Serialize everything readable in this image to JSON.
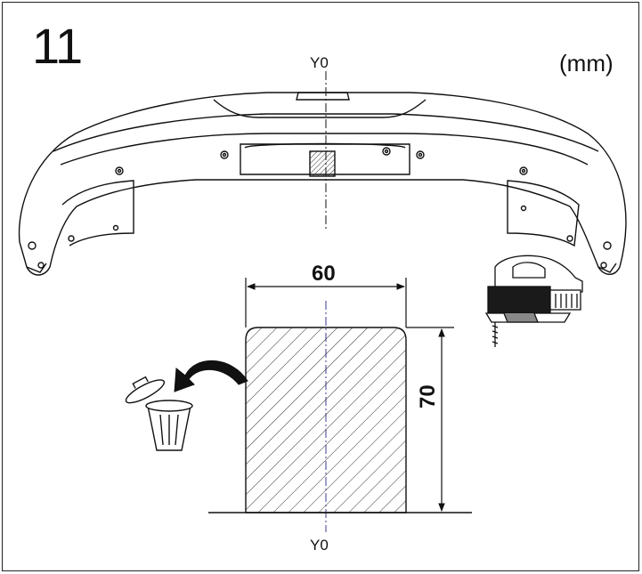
{
  "step": {
    "number": "11",
    "unit": "(mm)"
  },
  "axis": {
    "top_label": "Y0",
    "bottom_label": "Y0"
  },
  "cutout": {
    "width_label": "60",
    "height_label": "70",
    "width_mm": 60,
    "height_mm": 70
  },
  "icons": [
    "bumper-illustration",
    "jigsaw-icon",
    "trash-bin-icon",
    "curved-arrow-icon",
    "hatched-cutout-area"
  ],
  "colors": {
    "line": "#111111",
    "hatch": "#333333",
    "centerline": "#3b3b8f",
    "tool_body": "#1a1a1a"
  }
}
